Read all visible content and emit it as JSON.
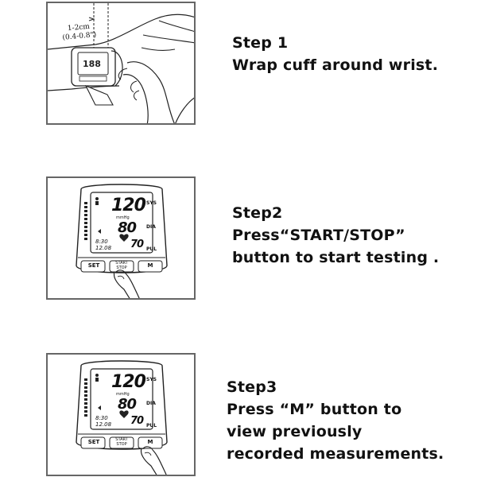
{
  "step1": {
    "title": "Step 1",
    "text": "Wrap cuff around wrist.",
    "measure_cm": "1-2cm",
    "measure_in": "(0.4-0.8\")"
  },
  "step2": {
    "title": "Step2",
    "line1": "Press“START/STOP”",
    "line2": "button to start testing ."
  },
  "step3": {
    "title": "Step3",
    "line1": "Press “M”  button to",
    "line2": "view previously",
    "line3": "recorded measurements."
  },
  "device": {
    "sys_value": "120",
    "dia_value": "80",
    "pul_value": "70",
    "sys_label": "SYS",
    "dia_label": "DIA",
    "pul_label": "PUL",
    "unit": "mmHg",
    "time": "8:30",
    "date": "12.08",
    "set_label": "SET",
    "start_label": "START",
    "stop_label": "STOP",
    "m_label": "M"
  }
}
